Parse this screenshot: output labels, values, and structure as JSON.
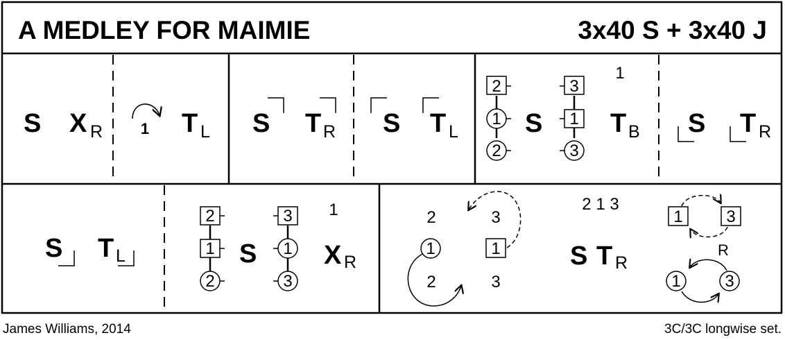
{
  "header": {
    "title": "A MEDLEY FOR MAIMIE",
    "formation": "3x40 S + 3x40 J"
  },
  "footer": {
    "author": "James Williams, 2014",
    "set": "3C/3C longwise set."
  },
  "colors": {
    "ink": "#000000",
    "background": "#ffffff"
  },
  "row1": {
    "bars_1_2": {
      "a": "S",
      "b": "X",
      "b_sub": "R"
    },
    "bars_3_4": {
      "turn_dancer": "1",
      "b": "T",
      "b_sub": "L",
      "turn_icon": "clockwise-arrow-icon"
    },
    "bars_5_6": {
      "a": "S",
      "b": "T",
      "b_sub": "R"
    },
    "bars_7_8": {
      "a": "S",
      "b": "T",
      "b_sub": "L"
    },
    "bars_9_12": {
      "left_stack": [
        "2",
        "1",
        "2"
      ],
      "mid": "S",
      "right_stack": [
        "3",
        "1",
        "3"
      ],
      "top_label": "1",
      "b": "T",
      "b_sub": "B"
    },
    "bars_13_16": {
      "a": "S",
      "b": "T",
      "b_sub": "R"
    }
  },
  "row2": {
    "bars_17_20": {
      "a": "S",
      "b": "T",
      "b_sub": "L"
    },
    "bars_21_24": {
      "left_stack": [
        "2",
        "1",
        "2"
      ],
      "mid": "S",
      "right_stack": [
        "3",
        "1",
        "3"
      ],
      "top_label": "1",
      "b": "X",
      "b_sub": "R"
    },
    "bars_25_28": {
      "top": [
        "2",
        "3"
      ],
      "middle": [
        "1",
        "1"
      ],
      "bottom": [
        "2",
        "3"
      ]
    },
    "bars_29_32": {
      "order": "2 1 3",
      "a": "S",
      "b": "T",
      "b_sub": "R",
      "top_pair": [
        "1",
        "3"
      ],
      "bottom_label": "R",
      "bottom_pair": [
        "1",
        "3"
      ]
    }
  }
}
